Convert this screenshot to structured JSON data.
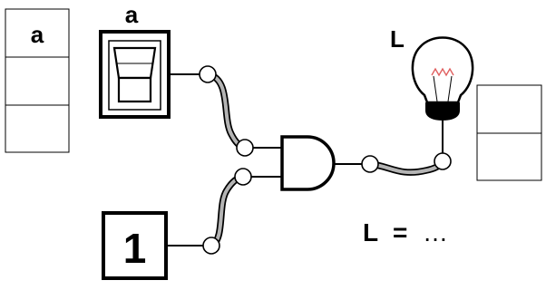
{
  "input_table": {
    "header": "a",
    "rows": [
      "",
      ""
    ]
  },
  "switch": {
    "label": "a"
  },
  "constant_input": {
    "value": "1"
  },
  "lamp": {
    "label": "L"
  },
  "output_table": {
    "rows": [
      "",
      ""
    ]
  },
  "equation": {
    "lhs": "L",
    "eq": "=",
    "rhs": "…"
  },
  "colors": {
    "wire_fill": "#b4b4b4",
    "outline": "#000000",
    "filament": "#e06060"
  }
}
